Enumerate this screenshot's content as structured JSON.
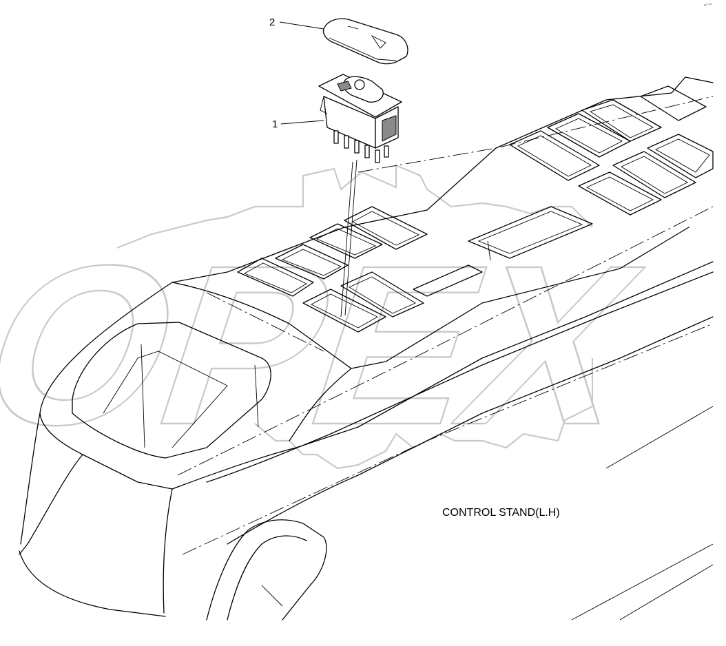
{
  "callouts": [
    {
      "number": "1",
      "part": "switch"
    },
    {
      "number": "2",
      "part": "switch-cap"
    }
  ],
  "caption": "CONTROL STAND(L.H)",
  "watermark": "OPEX",
  "corner_mark": "a° °°°"
}
